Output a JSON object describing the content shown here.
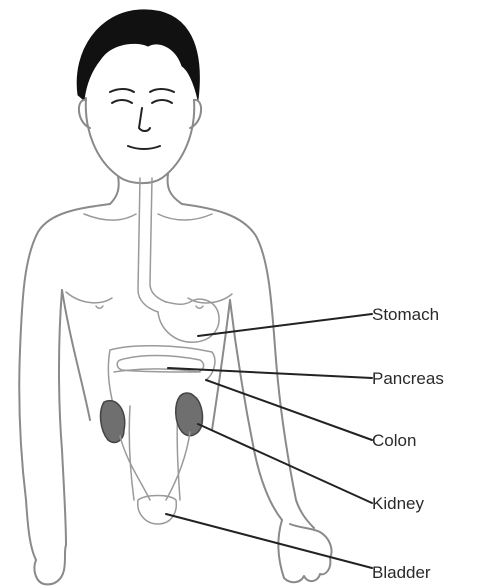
{
  "diagram": {
    "labels": {
      "stomach": "Stomach",
      "pancreas": "Pancreas",
      "colon": "Colon",
      "kidney": "Kidney",
      "bladder": "Bladder"
    }
  }
}
